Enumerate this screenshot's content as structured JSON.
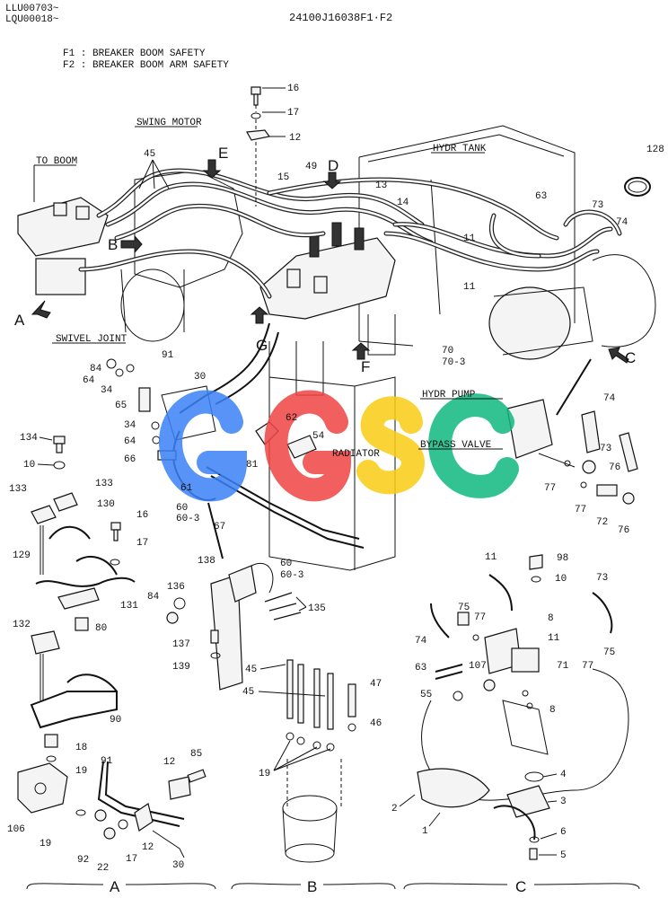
{
  "header": {
    "serial_1": "LLU00703~",
    "serial_2": "LQU00018~",
    "doc_code": "24100J16038F1·F2",
    "legend_f1": "F1 : BREAKER BOOM SAFETY",
    "legend_f2": "F2 : BREAKER BOOM ARM SAFETY"
  },
  "labels": {
    "swing_motor": "SWING MOTOR",
    "to_boom": "TO BOOM",
    "hydr_tank": "HYDR TANK",
    "swivel_joint": "SWIVEL JOINT",
    "hydr_pump": "HYDR PUMP",
    "bypass_valve": "BYPASS VALVE",
    "radiator": "RADIATOR"
  },
  "arrows": {
    "a": "A",
    "b": "B",
    "c": "C",
    "d": "D",
    "e": "E",
    "f": "F",
    "g": "G"
  },
  "sections": {
    "a": "A",
    "b": "B",
    "c": "C"
  },
  "watermark": {
    "text": "GSC",
    "colors": [
      "#3b82f6",
      "#ef4444",
      "#facc15",
      "#10b981"
    ]
  },
  "parts": {
    "p16": "16",
    "p17": "17",
    "p12": "12",
    "p45": "45",
    "p49": "49",
    "p15": "15",
    "p13": "13",
    "p14": "14",
    "p63": "63",
    "p73": "73",
    "p74": "74",
    "p128": "128",
    "p11a": "11",
    "p11b": "11",
    "p91": "91",
    "p30": "30",
    "p70": "70",
    "p70_3": "70-3",
    "p84": "84",
    "p64": "64",
    "p34": "34",
    "p65": "65",
    "p66": "66",
    "p62": "62",
    "p54": "54",
    "p81": "81",
    "p61": "61",
    "p60": "60",
    "p60_3": "60-3",
    "p67": "67",
    "p60b": "60",
    "p60_3b": "60-3",
    "p73b": "73",
    "p76": "76",
    "p77": "77",
    "p77b": "77",
    "p72": "72",
    "p76b": "76",
    "p134": "134",
    "p10": "10",
    "p133a": "133",
    "p133b": "133",
    "p130": "130",
    "p16b": "16",
    "p17b": "17",
    "p129": "129",
    "p131": "131",
    "p80": "80",
    "p132": "132",
    "p90": "90",
    "p18": "18",
    "p19a": "19",
    "p106": "106",
    "p19b": "19",
    "p91b": "91",
    "p12b": "12",
    "p85": "85",
    "p92": "92",
    "p22": "22",
    "p17c": "17",
    "p12c": "12",
    "p30b": "30",
    "p138": "138",
    "p136": "136",
    "p84b": "84",
    "p135": "135",
    "p137": "137",
    "p139": "139",
    "p45b": "45",
    "p45c": "45",
    "p47": "47",
    "p46": "46",
    "p19c": "19",
    "p11c": "11",
    "p98": "98",
    "p10b": "10",
    "p73c": "73",
    "p75": "75",
    "p77c": "77",
    "p8": "8",
    "p74b": "74",
    "p11d": "11",
    "p75b": "75",
    "p77d": "77",
    "p63b": "63",
    "p107": "107",
    "p71": "71",
    "p55": "55",
    "p8b": "8",
    "p4": "4",
    "p3": "3",
    "p2": "2",
    "p1": "1",
    "p6": "6",
    "p5": "5"
  }
}
